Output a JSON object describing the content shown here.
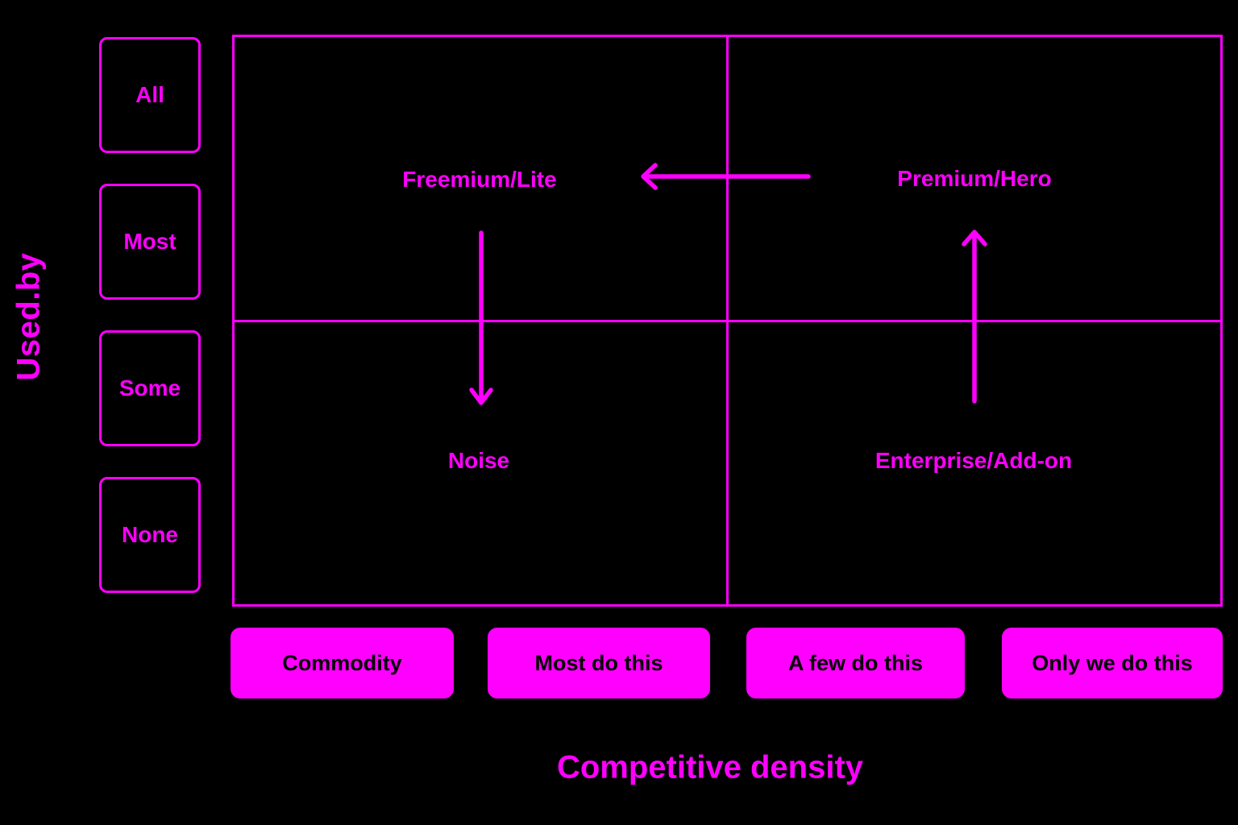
{
  "colors": {
    "background": "#000000",
    "accent": "#FF00FF",
    "button_text": "#000000"
  },
  "y_axis": {
    "title": "Used.by",
    "levels": [
      "All",
      "Most",
      "Some",
      "None"
    ]
  },
  "x_axis": {
    "title": "Competitive density",
    "levels": [
      "Commodity",
      "Most do this",
      "A few do this",
      "Only we do this"
    ]
  },
  "quadrants": {
    "top_left": "Freemium/Lite",
    "top_right": "Premium/Hero",
    "bottom_left": "Noise",
    "bottom_right": "Enterprise/Add-on"
  },
  "arrows": [
    {
      "direction": "left",
      "from": "center",
      "to": "Freemium/Lite"
    },
    {
      "direction": "down",
      "from": "Freemium/Lite",
      "to": "Noise"
    },
    {
      "direction": "up",
      "from": "Enterprise/Add-on",
      "to": "Premium/Hero"
    }
  ]
}
